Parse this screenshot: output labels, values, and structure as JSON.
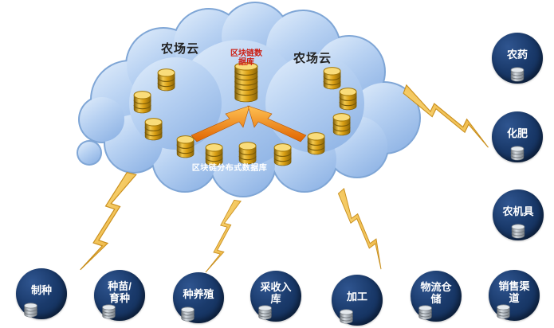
{
  "diagram": {
    "cloud": {
      "farm_label_left": "农场云",
      "farm_label_right": "农场云",
      "blockchain_db_label": "区块链数据库",
      "distributed_db_label": "区块链分布式数据库"
    },
    "supply_nodes": [
      {
        "label": "农药"
      },
      {
        "label": "化肥"
      },
      {
        "label": "农机具"
      }
    ],
    "chain_nodes": [
      {
        "label": "制种"
      },
      {
        "label": "种苗/\n育种"
      },
      {
        "label": "种养殖"
      },
      {
        "label": "采收入\n库"
      },
      {
        "label": "加工"
      },
      {
        "label": "物流仓\n储"
      },
      {
        "label": "销售渠\n道"
      }
    ],
    "colors": {
      "node_fill": "#16345f",
      "cloud_fill": "#b5cff2",
      "database_gold": "#d89d12",
      "database_gray": "#aab1b8",
      "lightning_gold": "#f3c04b",
      "arrow_orange": "#f08a1e",
      "label_red": "#cc1f14",
      "label_white": "#ffffff"
    }
  }
}
